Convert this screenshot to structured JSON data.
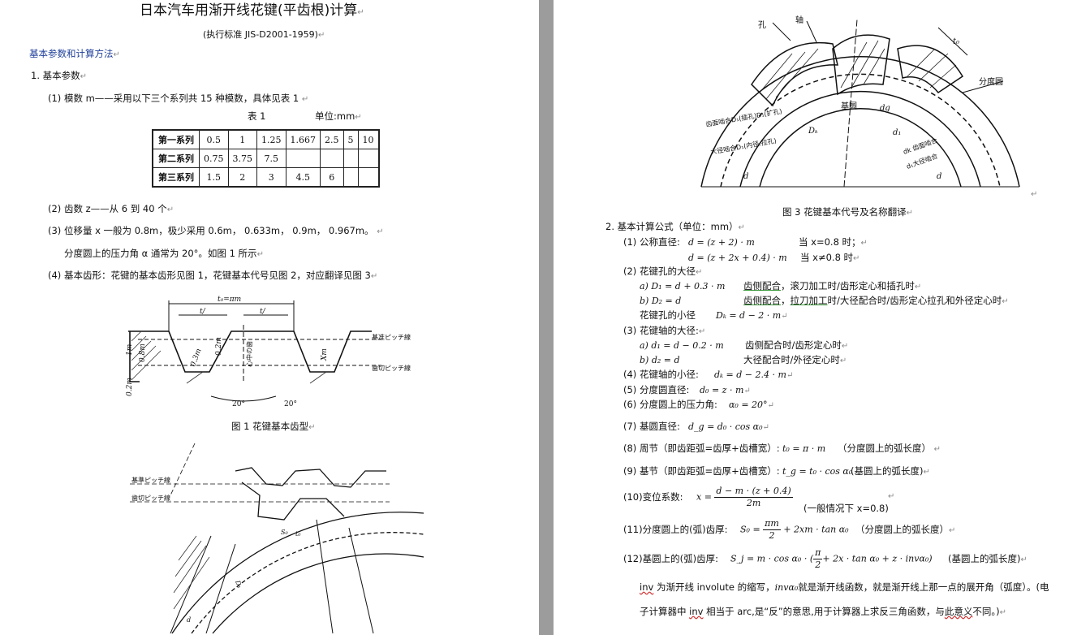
{
  "left": {
    "title": "日本汽车用渐开线花键(平齿根)计算",
    "standard": "(执行标准 JIS-D2001-1959)",
    "section_heading": "基本参数和计算方法",
    "item1": "1.   基本参数",
    "p1": "(1)  模数 m——采用以下三个系列共   15  种模数，具体见表 1",
    "table_caption": "表 1",
    "unit": "单位:mm",
    "table_rows": [
      [
        "第一系列",
        "0.5",
        "1",
        "1.25",
        "1.667",
        "2.5",
        "5",
        "10"
      ],
      [
        "第二系列",
        "0.75",
        "3.75",
        "7.5",
        "",
        "",
        "",
        ""
      ],
      [
        "第三系列",
        "1.5",
        "2",
        "3",
        "4.5",
        "6",
        "",
        ""
      ]
    ],
    "p2": "(2)  齿数 z——从   6  到  40  个",
    "p3": "(3)  位移量  x 一般为  0.8m，极少采用 0.6m，    0.633m，    0.9m，    0.967m。",
    "p3b": "分度圆上的压力角   α  通常为  20°。如图 1 所示",
    "p4": "(4)  基本齿形：花键的基本齿形见图 1，花键基本代号见图 2，对应翻译见图 3",
    "fig1_caption": "图 1    花键基本齿型",
    "fig1_labels": {
      "top": "t₀=πm",
      "tf1": "t/",
      "tf2": "t/",
      "r1": "基准ピッチ線",
      "r2": "歯切ピッチ線",
      "l1": "1m",
      "l2": "0.8m",
      "l3": "0.3m",
      "l4": "0.2m",
      "l5": "Xm",
      "l6": "0.2m",
      "center": "心中の歯",
      "a1": "20°",
      "a2": "20°"
    },
    "fig2_labels": {
      "r1": "基準ピッチ線",
      "r2": "歯切ピッチ線",
      "s0": "S₀",
      "t0": "t₀",
      "d1": "D₁",
      "d": "d"
    }
  },
  "right": {
    "fig3_caption": "图 3    花键基本代号及名称翻译",
    "fig3_labels": {
      "kong": "孔",
      "zhou": "轴",
      "fenduyuan": "分度圆",
      "jiyuan": "基圆",
      "dk": "Dₖ",
      "d1": "d₁",
      "dg": "dg",
      "d_left": "d",
      "d_right": "d",
      "left1": "齿面啮合D₁(插孔)D₁(扩孔)",
      "left2": "大径啮合D₁(内径.拉孔)",
      "right1": "dk 齿面啮合",
      "right2": "d₁大径啮合",
      "t0": "t₀"
    },
    "item2": "2.   基本计算公式（单位：mm）",
    "f1_label": "(1)  公称直径:",
    "f1a": "d = (z + 2) · m",
    "f1a_cond": "当 x=0.8 时；",
    "f1b": "d = (z + 2x + 0.4) · m",
    "f1b_cond": "当 x≠0.8 时",
    "f2_label": "(2)  花键孔的大径",
    "f2a": "a)   D₁ = d + 0.3 · m",
    "f2a_desc_u": "齿侧配合",
    "f2a_desc": "，滚刀加工时/齿形定心和插孔时",
    "f2b": "b)   D₂ = d",
    "f2b_desc_u": "齿侧配合",
    "f2b_desc_u2": "拉刀加工",
    "f2b_desc": "时/大径配合时/齿形定心拉孔和外径定心时",
    "f2c_label": "花键孔的小径",
    "f2c": "Dₖ = d − 2 · m",
    "f3_label": "(3)  花键轴的大径:",
    "f3a": "a)   d₁ = d − 0.2 · m",
    "f3a_desc": "齿侧配合时/齿形定心时",
    "f3b": "b)   d₂ = d",
    "f3b_desc": "大径配合时/外径定心时",
    "f4_label": "(4)    花键轴的小径:",
    "f4": "dₖ = d − 2.4 · m",
    "f5_label": "(5)  分度圆直径:",
    "f5": "d₀ = z · m",
    "f6_label": "(6)  分度圆上的压力角:",
    "f6": "α₀ = 20°",
    "f7_label": "(7)  基圆直径:",
    "f7": "d_g = d₀ · cos α₀",
    "f8_label": "(8)  周节（即齿距弧=齿厚+齿槽宽）:",
    "f8": "t₀ = π · m",
    "f8_desc": "（分度圆上的弧长度）",
    "f9_label": "(9)  基节（即齿距弧=齿厚+齿槽宽）:",
    "f9": "t_g = t₀ · cos α₀",
    "f9_desc": "(基圆上的弧长度)",
    "f10_label": "(10)变位系数:",
    "f10_lhs": "x =",
    "f10_num": "d − m · (z + 0.4)",
    "f10_den": "2m",
    "f10_desc": "(一般情况下 x=0.8)",
    "f11_label": "(11)分度圆上的(弧)齿厚:",
    "f11_lhs": "S₀ =",
    "f11_num": "πm",
    "f11_den": "2",
    "f11_rest": "+ 2xm · tan α₀",
    "f11_desc": "（分度圆上的弧长度）",
    "f12_label": "(12)基圆上的(弧)齿厚:",
    "f12_lhs": "S_j = m · cos α₀ · (",
    "f12_num": "π",
    "f12_den": "2",
    "f12_rest": "+ 2x · tan α₀ + z · invα₀)",
    "f12_desc": "(基圆上的弧长度)",
    "note1_a": "inv",
    "note1_b": " 为渐开线 involute 的缩写，",
    "note1_c": "invα₀",
    "note1_d": "就是渐开线函数，就是渐开线上那一点的展开角（弧度）。(电",
    "note2_a": "子计算器中 ",
    "note2_b": "inv",
    "note2_c": " 相当于 arc,是“反”的意思,用于计算器上求反三角函数，与",
    "note2_d": "此意义",
    "note2_e": "不同。)"
  },
  "pilcrow": "↵"
}
